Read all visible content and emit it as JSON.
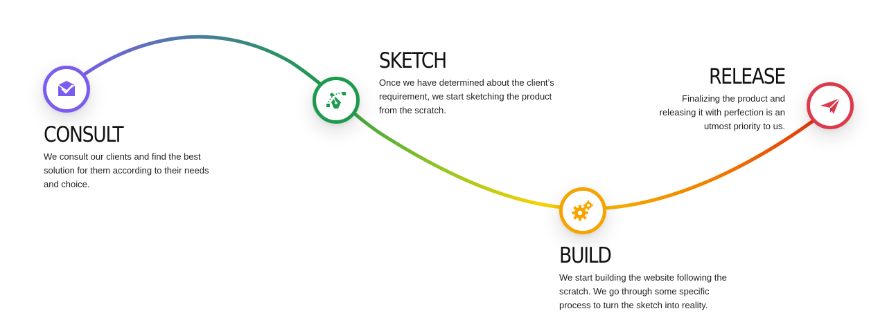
{
  "steps": [
    {
      "id": "consult",
      "title": "CONSULT",
      "description": "We consult our clients and find the best solution for them according to their needs and choice.",
      "icon": "envelope-check-icon",
      "color": "#7b5cf0"
    },
    {
      "id": "sketch",
      "title": "SKETCH",
      "description": "Once we have determined about the client’s requirement, we start sketching the product from the scratch.",
      "icon": "pen-tool-vector-icon",
      "color": "#1e9a4f"
    },
    {
      "id": "build",
      "title": "BUILD",
      "description": "We start building the website following the scratch. We go through some specific process to turn the sketch into reality.",
      "icon": "gears-icon",
      "color": "#f5a400"
    },
    {
      "id": "release",
      "title": "RELEASE",
      "description": "Finalizing the product and releasing it with perfection is an utmost priority to us.",
      "icon": "paper-plane-icon",
      "color": "#dc3a4a"
    }
  ],
  "path_gradient": [
    "#7b5cf0",
    "#1e9a4f",
    "#9cc71f",
    "#f7d200",
    "#f5a400",
    "#f07800",
    "#e02a10"
  ]
}
